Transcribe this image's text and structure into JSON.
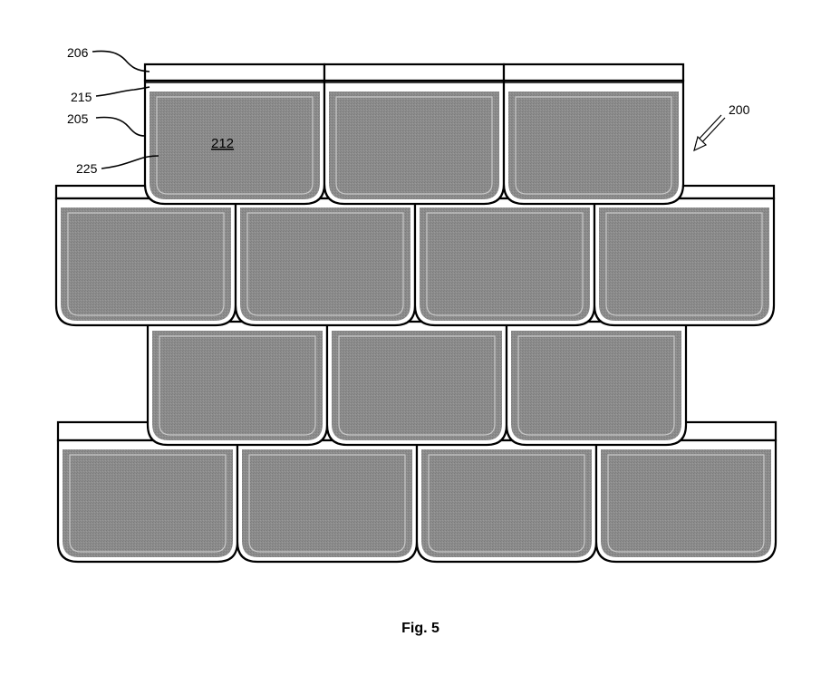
{
  "figure": {
    "caption": "Fig. 5",
    "labels": {
      "overall": "200",
      "top_strip": "206",
      "second_strip": "215",
      "tile_edge": "205",
      "inner_line": "225",
      "tile_face": "212"
    },
    "rows": [
      {
        "tiles": 3,
        "has_top_strips": true
      },
      {
        "tiles": 4,
        "has_top_strips": true
      },
      {
        "tiles": 3,
        "has_top_strips": false
      },
      {
        "tiles": 4,
        "has_top_strips": true
      }
    ]
  }
}
